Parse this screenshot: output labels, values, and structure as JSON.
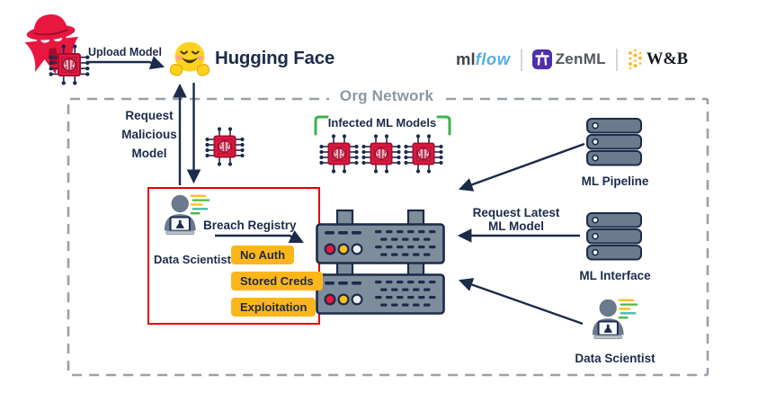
{
  "colors": {
    "navy": "#1c2b4a",
    "chip_red": "#ec1c40",
    "brain_pink": "#f6a9bb",
    "alert_red_border": "#e60000",
    "tag_amber": "#fcb61c",
    "bracket_green": "#3fb14c",
    "dash_gray": "#99a1a8",
    "server_gray": "#7e8d9c",
    "slate": "#6b7a8c",
    "hf_yellow": "#ffd21e",
    "mlflow_blue": "#56aee2",
    "zenml_purple": "#4f2fae",
    "wandb_gold": "#fcb81a"
  },
  "icons": {
    "attacker": "hacker-spy-icon",
    "malicious_model": "brain-chip-icon",
    "platform": "hugging-face-emoji-icon",
    "registry": "server-rack-icon",
    "pipeline": "server-stack-icon",
    "interface": "server-stack-icon",
    "scientist": "person-laptop-flask-icon"
  },
  "header": {
    "upload_arrow_label": "Upload Model",
    "platform_name": "Hugging Face",
    "logos": {
      "mlflow_ml": "ml",
      "mlflow_flow": "flow",
      "zenml": "ZenML",
      "wandb": "W&B"
    }
  },
  "org_network": {
    "title": "Org Network",
    "request_malicious_lines": [
      "Request",
      "Malicious",
      "Model"
    ],
    "infected_models_label": "Infected ML Models",
    "breach_box": {
      "breach_registry_label": "Breach Registry",
      "data_scientist_label": "Data Scientist",
      "tags": [
        "No Auth",
        "Stored Creds",
        "Exploitation"
      ]
    },
    "right_side": {
      "ml_pipeline_label": "ML Pipeline",
      "request_latest_lines": [
        "Request Latest",
        "ML Model"
      ],
      "ml_interface_label": "ML Interface",
      "data_scientist_label": "Data Scientist"
    }
  }
}
